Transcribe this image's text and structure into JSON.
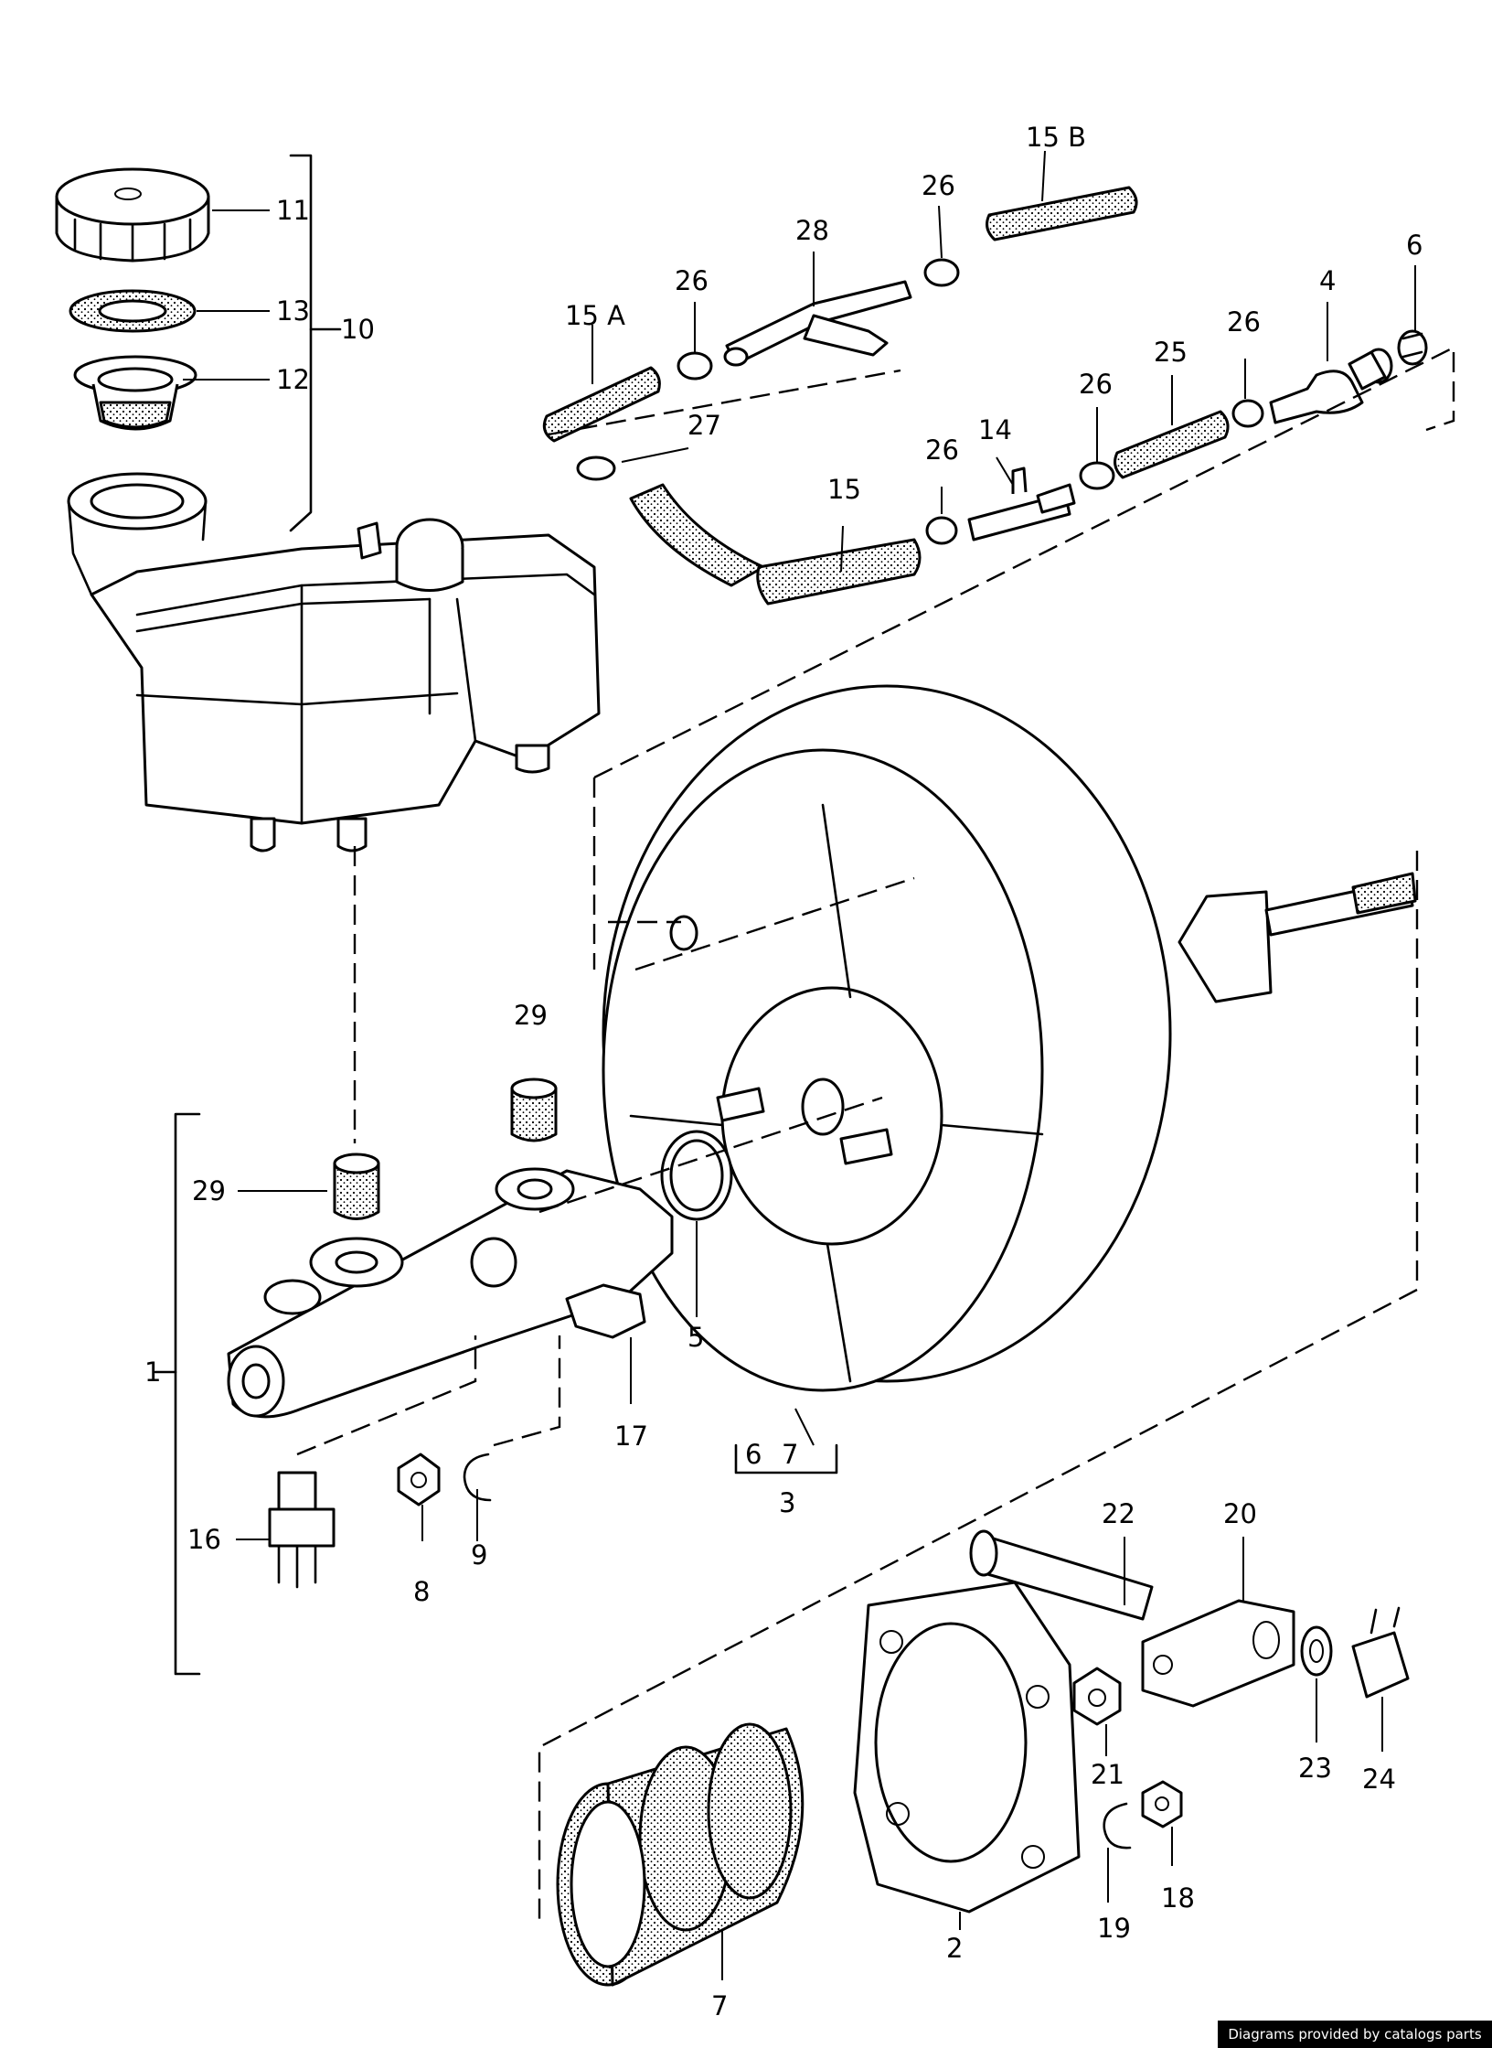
{
  "labels": {
    "l1": "1",
    "l2": "2",
    "l3": "3",
    "l4": "4",
    "l5": "5",
    "l6a": "6",
    "l6b": "6",
    "l7a": "7",
    "l7b": "7",
    "l8": "8",
    "l9": "9",
    "l10": "10",
    "l11": "11",
    "l12": "12",
    "l13": "13",
    "l14": "14",
    "l15": "15",
    "l15a": "15 A",
    "l15b": "15 B",
    "l16": "16",
    "l17": "17",
    "l18": "18",
    "l19": "19",
    "l20": "20",
    "l21": "21",
    "l22": "22",
    "l23": "23",
    "l24": "24",
    "l25": "25",
    "l26a": "26",
    "l26b": "26",
    "l26c": "26",
    "l26d": "26",
    "l26e": "26",
    "l27": "27",
    "l28": "28",
    "l29a": "29",
    "l29b": "29"
  },
  "credit": "Diagrams provided by catalogs parts"
}
